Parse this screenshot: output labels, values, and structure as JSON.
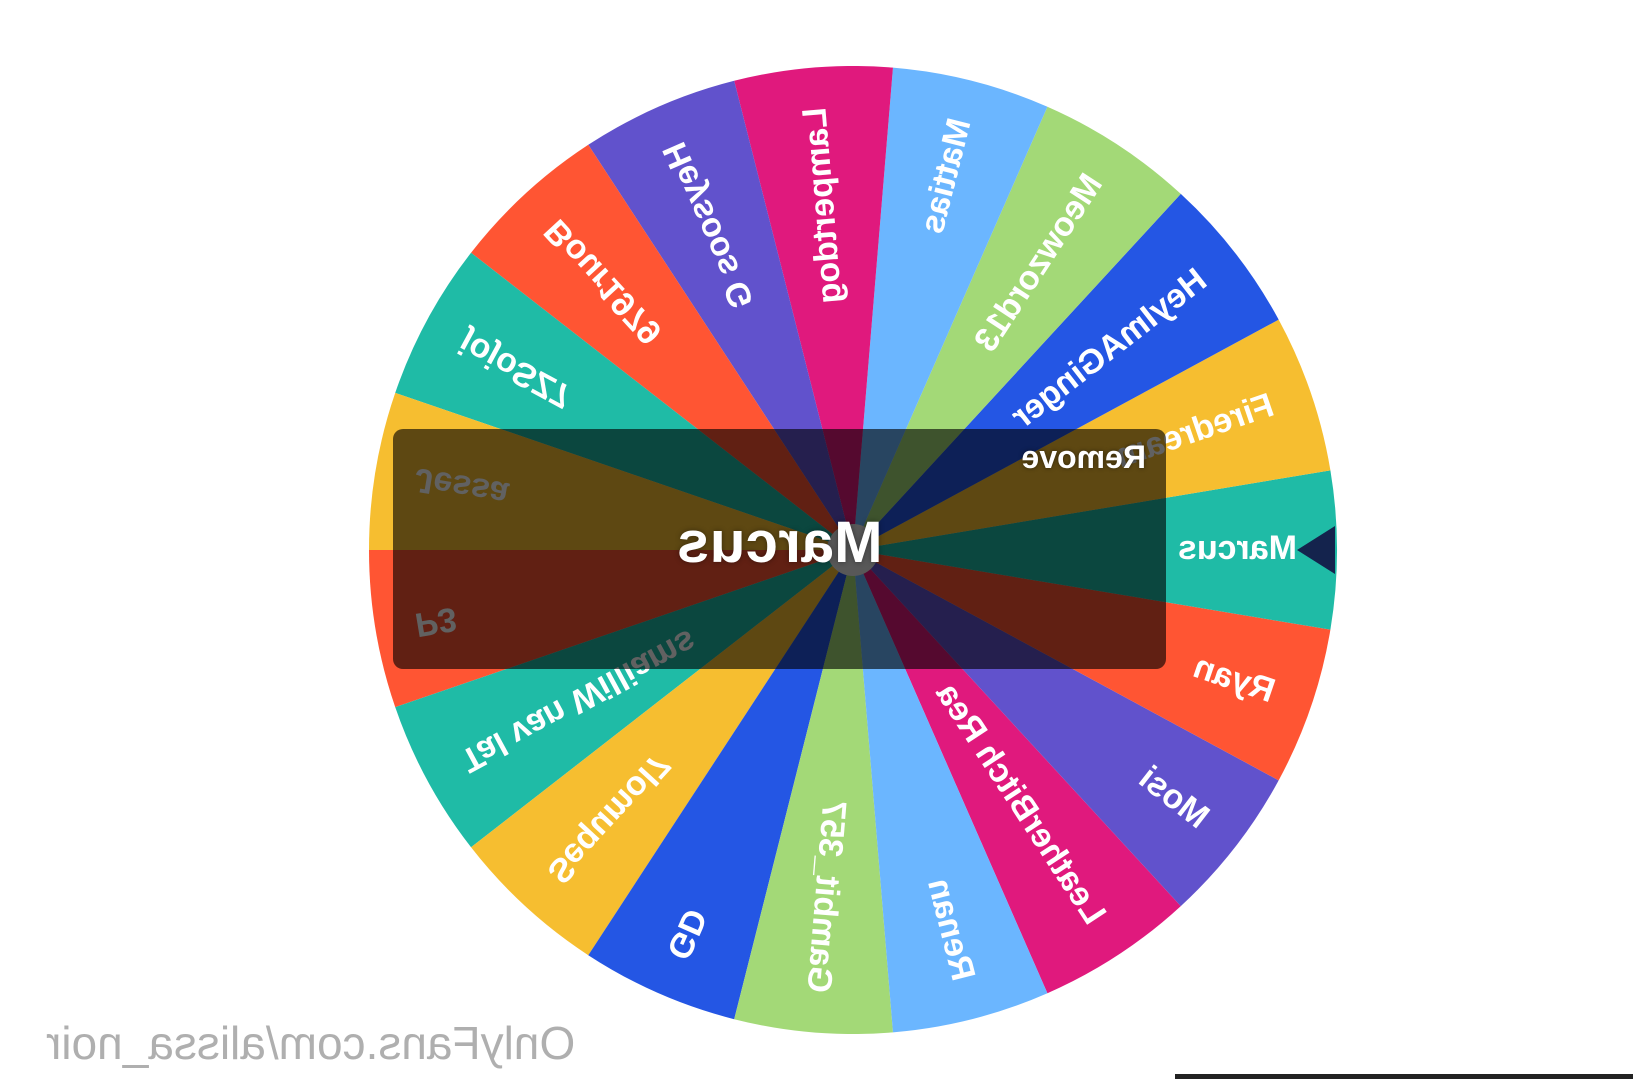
{
  "wheel": {
    "segments": [
      {
        "label": "LeatherBitch Rea",
        "color": "#e0197d"
      },
      {
        "label": "Mosi",
        "color": "#6152cc"
      },
      {
        "label": "Ryan",
        "color": "#ff5533"
      },
      {
        "label": "Marcus",
        "color": "#1fbba6"
      },
      {
        "label": "Firedream",
        "color": "#f6be30"
      },
      {
        "label": "HeyImAGinger",
        "color": "#2456e4"
      },
      {
        "label": "Meowzord13",
        "color": "#a3d977"
      },
      {
        "label": "Mattias",
        "color": "#6bb6ff"
      },
      {
        "label": "Lampertdog",
        "color": "#e0197d"
      },
      {
        "label": "Heysoos G",
        "color": "#6152cc"
      },
      {
        "label": "Bour1979",
        "color": "#ff5533"
      },
      {
        "label": "jojoSZ7",
        "color": "#1fbba6"
      },
      {
        "label": "Jessa",
        "color": "#f6be30"
      },
      {
        "label": "P3",
        "color": "#ff5533"
      },
      {
        "label": "Tal van Williams",
        "color": "#1fbba6"
      },
      {
        "label": "Sequmol7",
        "color": "#f6be30"
      },
      {
        "label": "GD",
        "color": "#2456e4"
      },
      {
        "label": "Gambit_357",
        "color": "#a3d977"
      },
      {
        "label": "Renan",
        "color": "#6bb6ff"
      }
    ]
  },
  "winner": {
    "name": "Marcus",
    "remove_label": "Remove"
  },
  "watermark": "OnlyFans.com/alissa_noir",
  "colors": {
    "pointer": "#14234d",
    "overlay": "rgba(0,0,0,0.62)"
  }
}
